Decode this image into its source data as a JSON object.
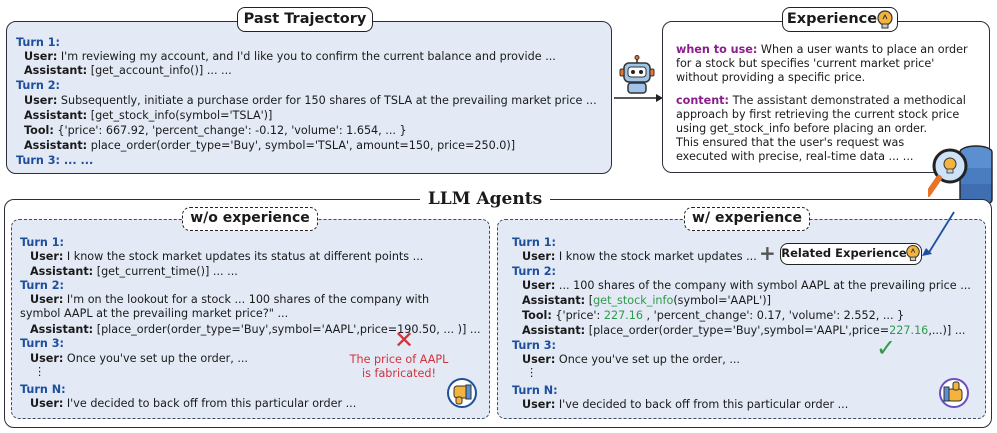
{
  "past_trajectory": {
    "title": "Past Trajectory",
    "lines": [
      {
        "kind": "turn",
        "text": "Turn 1:"
      },
      {
        "kind": "msg",
        "role": "User:",
        "text": " I'm reviewing my account, and I'd like you to confirm the current balance and provide ..."
      },
      {
        "kind": "msg",
        "role": "Assistant:",
        "text": " [get_account_info()] ... ..."
      },
      {
        "kind": "turn",
        "text": "Turn 2:"
      },
      {
        "kind": "msg",
        "role": "User:",
        "text": " Subsequently, initiate a purchase order for 150 shares of TSLA at the prevailing market price ..."
      },
      {
        "kind": "msg",
        "role": "Assistant:",
        "text": " [get_stock_info(symbol='TSLA')]"
      },
      {
        "kind": "msg",
        "role": "Tool:",
        "text": " {'price': 667.92, 'percent_change': -0.12, 'volume': 1.654, ... }"
      },
      {
        "kind": "msg",
        "role": "Assistant:",
        "text": " place_order(order_type='Buy', symbol='TSLA', amount=150, price=250.0)]"
      },
      {
        "kind": "turn",
        "text": "Turn 3: ... ..."
      }
    ]
  },
  "experience": {
    "title": "Experience",
    "when_label": "when to use:",
    "when_lines": [
      " When a user wants to place an order",
      "for a stock but specifies 'current market price'",
      "without providing a specific price."
    ],
    "content_label": "content:",
    "content_lines": [
      " The assistant demonstrated a methodical",
      "approach by first retrieving the current stock price",
      "using get_stock_info before placing an order.",
      "This ensured that the user's request was",
      "executed with precise, real-time data ... ..."
    ]
  },
  "llm_agents": {
    "title": "LLM Agents"
  },
  "wo_experience": {
    "title": "w/o experience",
    "t1": "Turn 1:",
    "t1_user_role": "User:",
    "t1_user": " I know the stock market updates its status at different points ...",
    "t1_asst_role": "Assistant:",
    "t1_asst": " [get_current_time()] ... ...",
    "t2": "Turn 2:",
    "t2_user_role": "User:",
    "t2_user_a": " I'm on the lookout for a stock ... 100 shares of the company with",
    "t2_user_b": "symbol AAPL at the prevailing market price?\" ...",
    "t2_asst_role": "Assistant:",
    "t2_asst": " [place_order(order_type='Buy',symbol='AAPL',price=190.50, ... )] ...",
    "t3": "Turn 3:",
    "t3_user_role": "User:",
    "t3_user": " Once you've set up the order, ...",
    "ellipsis": "⋮",
    "tn": "Turn N:",
    "tn_user_role": "User:",
    "tn_user": " I've decided to back off from this particular order ...",
    "error_line1": "The price of AAPL",
    "error_line2": "is fabricated!",
    "cross": "✕"
  },
  "w_experience": {
    "title": "w/ experience",
    "related": "Related Experience",
    "plus": "+",
    "t1": "Turn 1:",
    "t1_user_role": "User:",
    "t1_user": " I know the stock market updates ...",
    "t2": "Turn 2:",
    "t2_user_role": "User:",
    "t2_user": " ... 100 shares of the company with symbol AAPL at the prevailing price ...",
    "t2_asst_role": "Assistant:",
    "t2_asst_pre": " [",
    "t2_asst_fn": "get_stock_info",
    "t2_asst_post": "(symbol='AAPL')]",
    "t2_tool_role": "Tool:",
    "t2_tool_pre": " {'price': ",
    "t2_tool_price": "227.16",
    "t2_tool_post": " , 'percent_change': 0.17, 'volume': 2.552, ... }",
    "t2_asst2_role": "Assistant:",
    "t2_asst2_pre": " [place_order(order_type='Buy',symbol='AAPL',price=",
    "t2_asst2_price": "227.16",
    "t2_asst2_post": ",...)] ...",
    "t3": "Turn 3:",
    "t3_user_role": "User:",
    "t3_user": " Once you've set up the order, ...",
    "ellipsis": "⋮",
    "tn": "Turn N:",
    "tn_user_role": "User:",
    "tn_user": " I've decided to back off from this particular order ...",
    "check": "✓"
  },
  "colors": {
    "turn": "#1d4f9c",
    "panel_fill": "#e3eaf6",
    "green": "#2f9a4a",
    "red": "#d0343b",
    "purple": "#8a1e8c",
    "bulb": "#f3b33d",
    "orange": "#e8742c"
  }
}
